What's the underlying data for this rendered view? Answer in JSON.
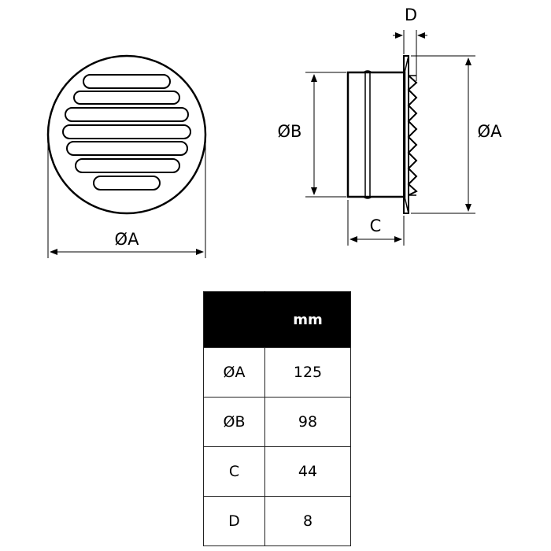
{
  "labels": {
    "front_diameter": "ØA",
    "side_diameter_outer": "ØA",
    "side_diameter_inner": "ØB",
    "depth": "C",
    "flange": "D"
  },
  "table": {
    "unit_header": "mm",
    "rows": [
      {
        "param": "ØA",
        "value": "125"
      },
      {
        "param": "ØB",
        "value": "98"
      },
      {
        "param": "C",
        "value": "44"
      },
      {
        "param": "D",
        "value": "8"
      }
    ]
  },
  "colors": {
    "line": "#000000",
    "header_bg": "#000000",
    "header_text": "#ffffff",
    "background": "#ffffff"
  }
}
